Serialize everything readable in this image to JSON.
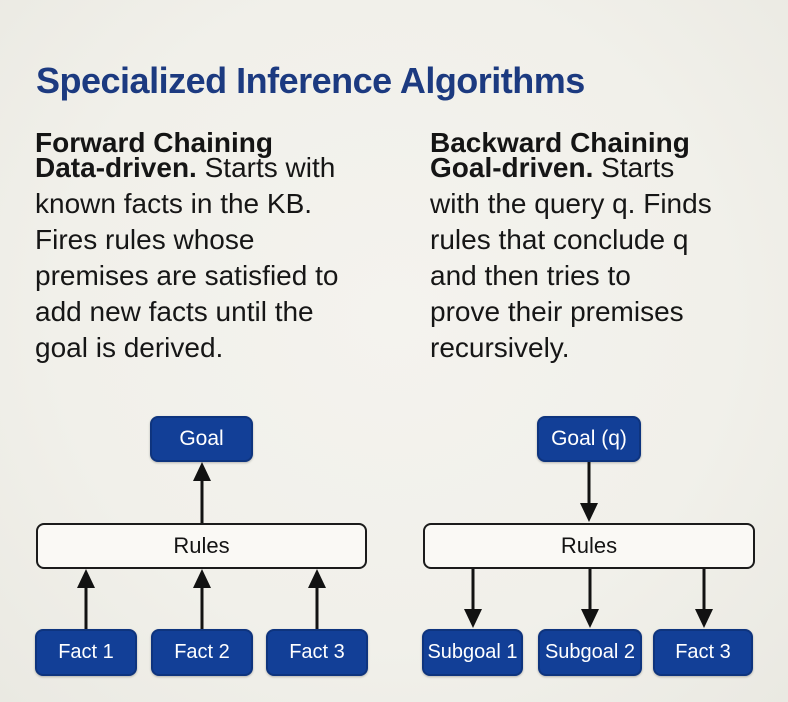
{
  "title": "Specialized Inference Algorithms",
  "colors": {
    "background": "#f1f0ea",
    "title_text": "#1c3a80",
    "body_text": "#161616",
    "box_blue": "#123f97",
    "box_blue_border": "#0e347e",
    "box_text": "#ffffff",
    "rules_fill": "#faf9f5",
    "rules_border": "#1b1b1b",
    "arrow": "#121212"
  },
  "columns": [
    {
      "heading": "Forward Chaining",
      "lead": "Data-driven.",
      "body": " Starts with\nknown facts in the KB.\nFires rules whose\npremises are satisfied to\nadd new facts until the\ngoal is derived.",
      "diagram": {
        "top_box": "Goal",
        "middle_box": "Rules",
        "bottom_boxes": [
          "Fact 1",
          "Fact 2",
          "Fact 3"
        ],
        "arrow_direction": "up"
      }
    },
    {
      "heading": "Backward Chaining",
      "lead": "Goal-driven.",
      "body": " Starts\nwith the query q. Finds\nrules that conclude q\nand then tries to\nprove their premises\nrecursively.",
      "diagram": {
        "top_box": "Goal (q)",
        "middle_box": "Rules",
        "bottom_boxes": [
          "Subgoal 1",
          "Subgoal 2",
          "Fact 3"
        ],
        "arrow_direction": "down"
      }
    }
  ]
}
